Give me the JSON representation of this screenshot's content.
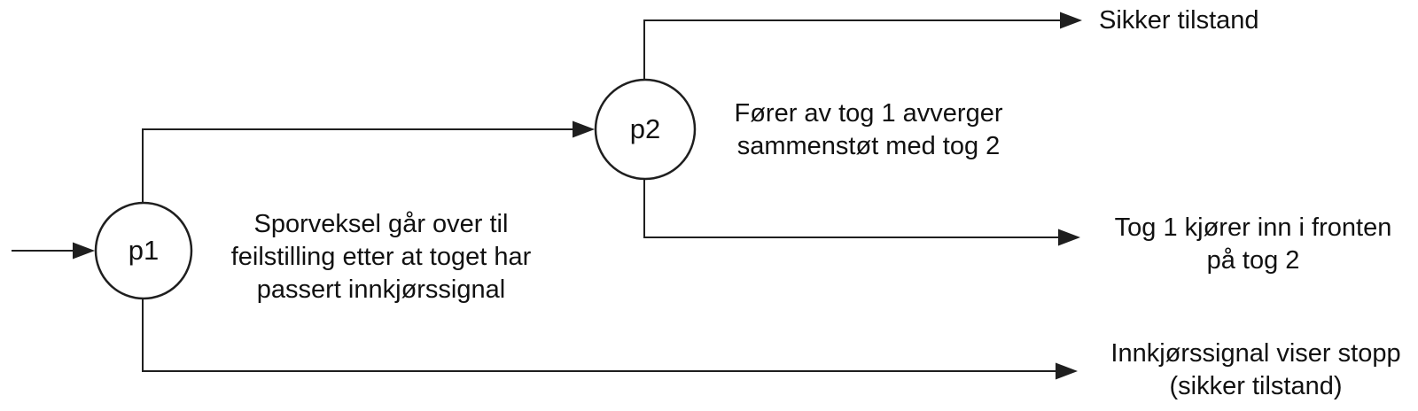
{
  "diagram": {
    "type": "event-tree",
    "colors": {
      "line": "#1f1f1f",
      "text": "#111111",
      "background": "#ffffff"
    },
    "nodes": {
      "p1": {
        "label": "p1",
        "description_lines": [
          "Sporveksel går over til",
          "feilstilling etter at toget har",
          "passert innkjørssignal"
        ]
      },
      "p2": {
        "label": "p2",
        "description_lines": [
          "Fører av tog 1 avverger",
          "sammenstøt med tog 2"
        ]
      }
    },
    "outcomes": {
      "safe_top": {
        "lines": [
          "Sikker tilstand"
        ]
      },
      "collision": {
        "lines": [
          "Tog 1 kjører inn i fronten",
          "på tog 2"
        ]
      },
      "signal_stop": {
        "lines": [
          "Innkjørssignal viser stopp",
          "(sikker tilstand)"
        ]
      }
    }
  }
}
